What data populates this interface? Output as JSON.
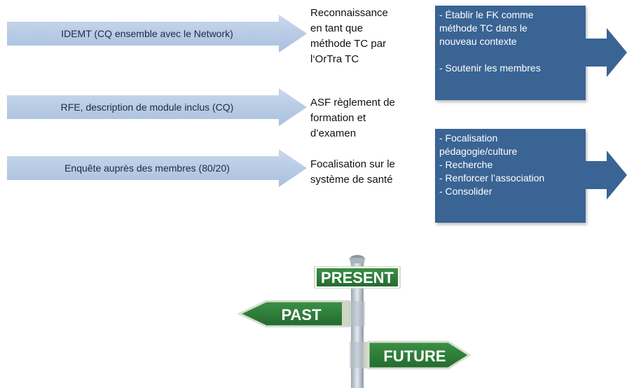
{
  "arrows": [
    {
      "label": "IDEMT (CQ ensemble avec le Network)"
    },
    {
      "label": "RFE, description de module inclus (CQ)"
    },
    {
      "label": "Enquête  auprès des membres (80/20)"
    }
  ],
  "notes": [
    {
      "lines": [
        "Reconnaissance",
        "en tant que",
        "méthode TC par",
        "l‘OrTra TC"
      ]
    },
    {
      "lines": [
        "ASF règlement de",
        "formation et",
        "d’examen"
      ]
    },
    {
      "lines": [
        "Focalisation sur le",
        "système de santé"
      ]
    }
  ],
  "boxes": [
    {
      "lines": [
        "- Établir le FK comme",
        "méthode TC dans le",
        "nouveau contexte",
        "",
        "- Soutenir les membres"
      ]
    },
    {
      "lines": [
        "- Focalisation",
        "pédagogie/culture",
        "- Recherche",
        "- Renforcer l’association",
        "- Consolider"
      ]
    }
  ],
  "signs": {
    "present": "PRESENT",
    "past": "PAST",
    "future": "FUTURE"
  },
  "colors": {
    "arrow_fill": "#b8cce4",
    "box_fill": "#3a6494",
    "sign_green": "#2e7d3a",
    "sign_border": "#ffffff"
  }
}
